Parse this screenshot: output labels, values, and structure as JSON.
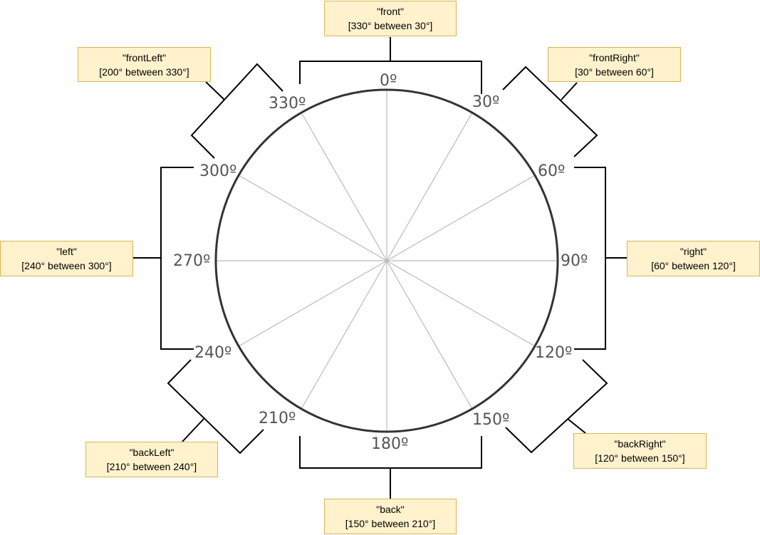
{
  "degree_labels": [
    "0º",
    "30º",
    "60º",
    "90º",
    "120º",
    "150º",
    "180º",
    "210º",
    "240º",
    "270º",
    "300º",
    "330º"
  ],
  "sectors": {
    "front": {
      "name": "\"front\"",
      "range": "[330° between 30°]"
    },
    "frontRight": {
      "name": "\"frontRight\"",
      "range": "[30° between 60°]"
    },
    "right": {
      "name": "\"right\"",
      "range": "[60° between 120°]"
    },
    "backRight": {
      "name": "\"backRight\"",
      "range": "[120° between 150°]"
    },
    "back": {
      "name": "\"back\"",
      "range": "[150° between 210°]"
    },
    "backLeft": {
      "name": "\"backLeft\"",
      "range": "[210° between 240°]"
    },
    "left": {
      "name": "\"left\"",
      "range": "[240° between 300°]"
    },
    "frontLeft": {
      "name": "\"frontLeft\"",
      "range": "[200° between 330°]"
    }
  },
  "colors": {
    "box_fill": "#fff2cc",
    "box_border": "#d6b656",
    "circle": "#333333",
    "spokes": "#bbbbbb"
  }
}
